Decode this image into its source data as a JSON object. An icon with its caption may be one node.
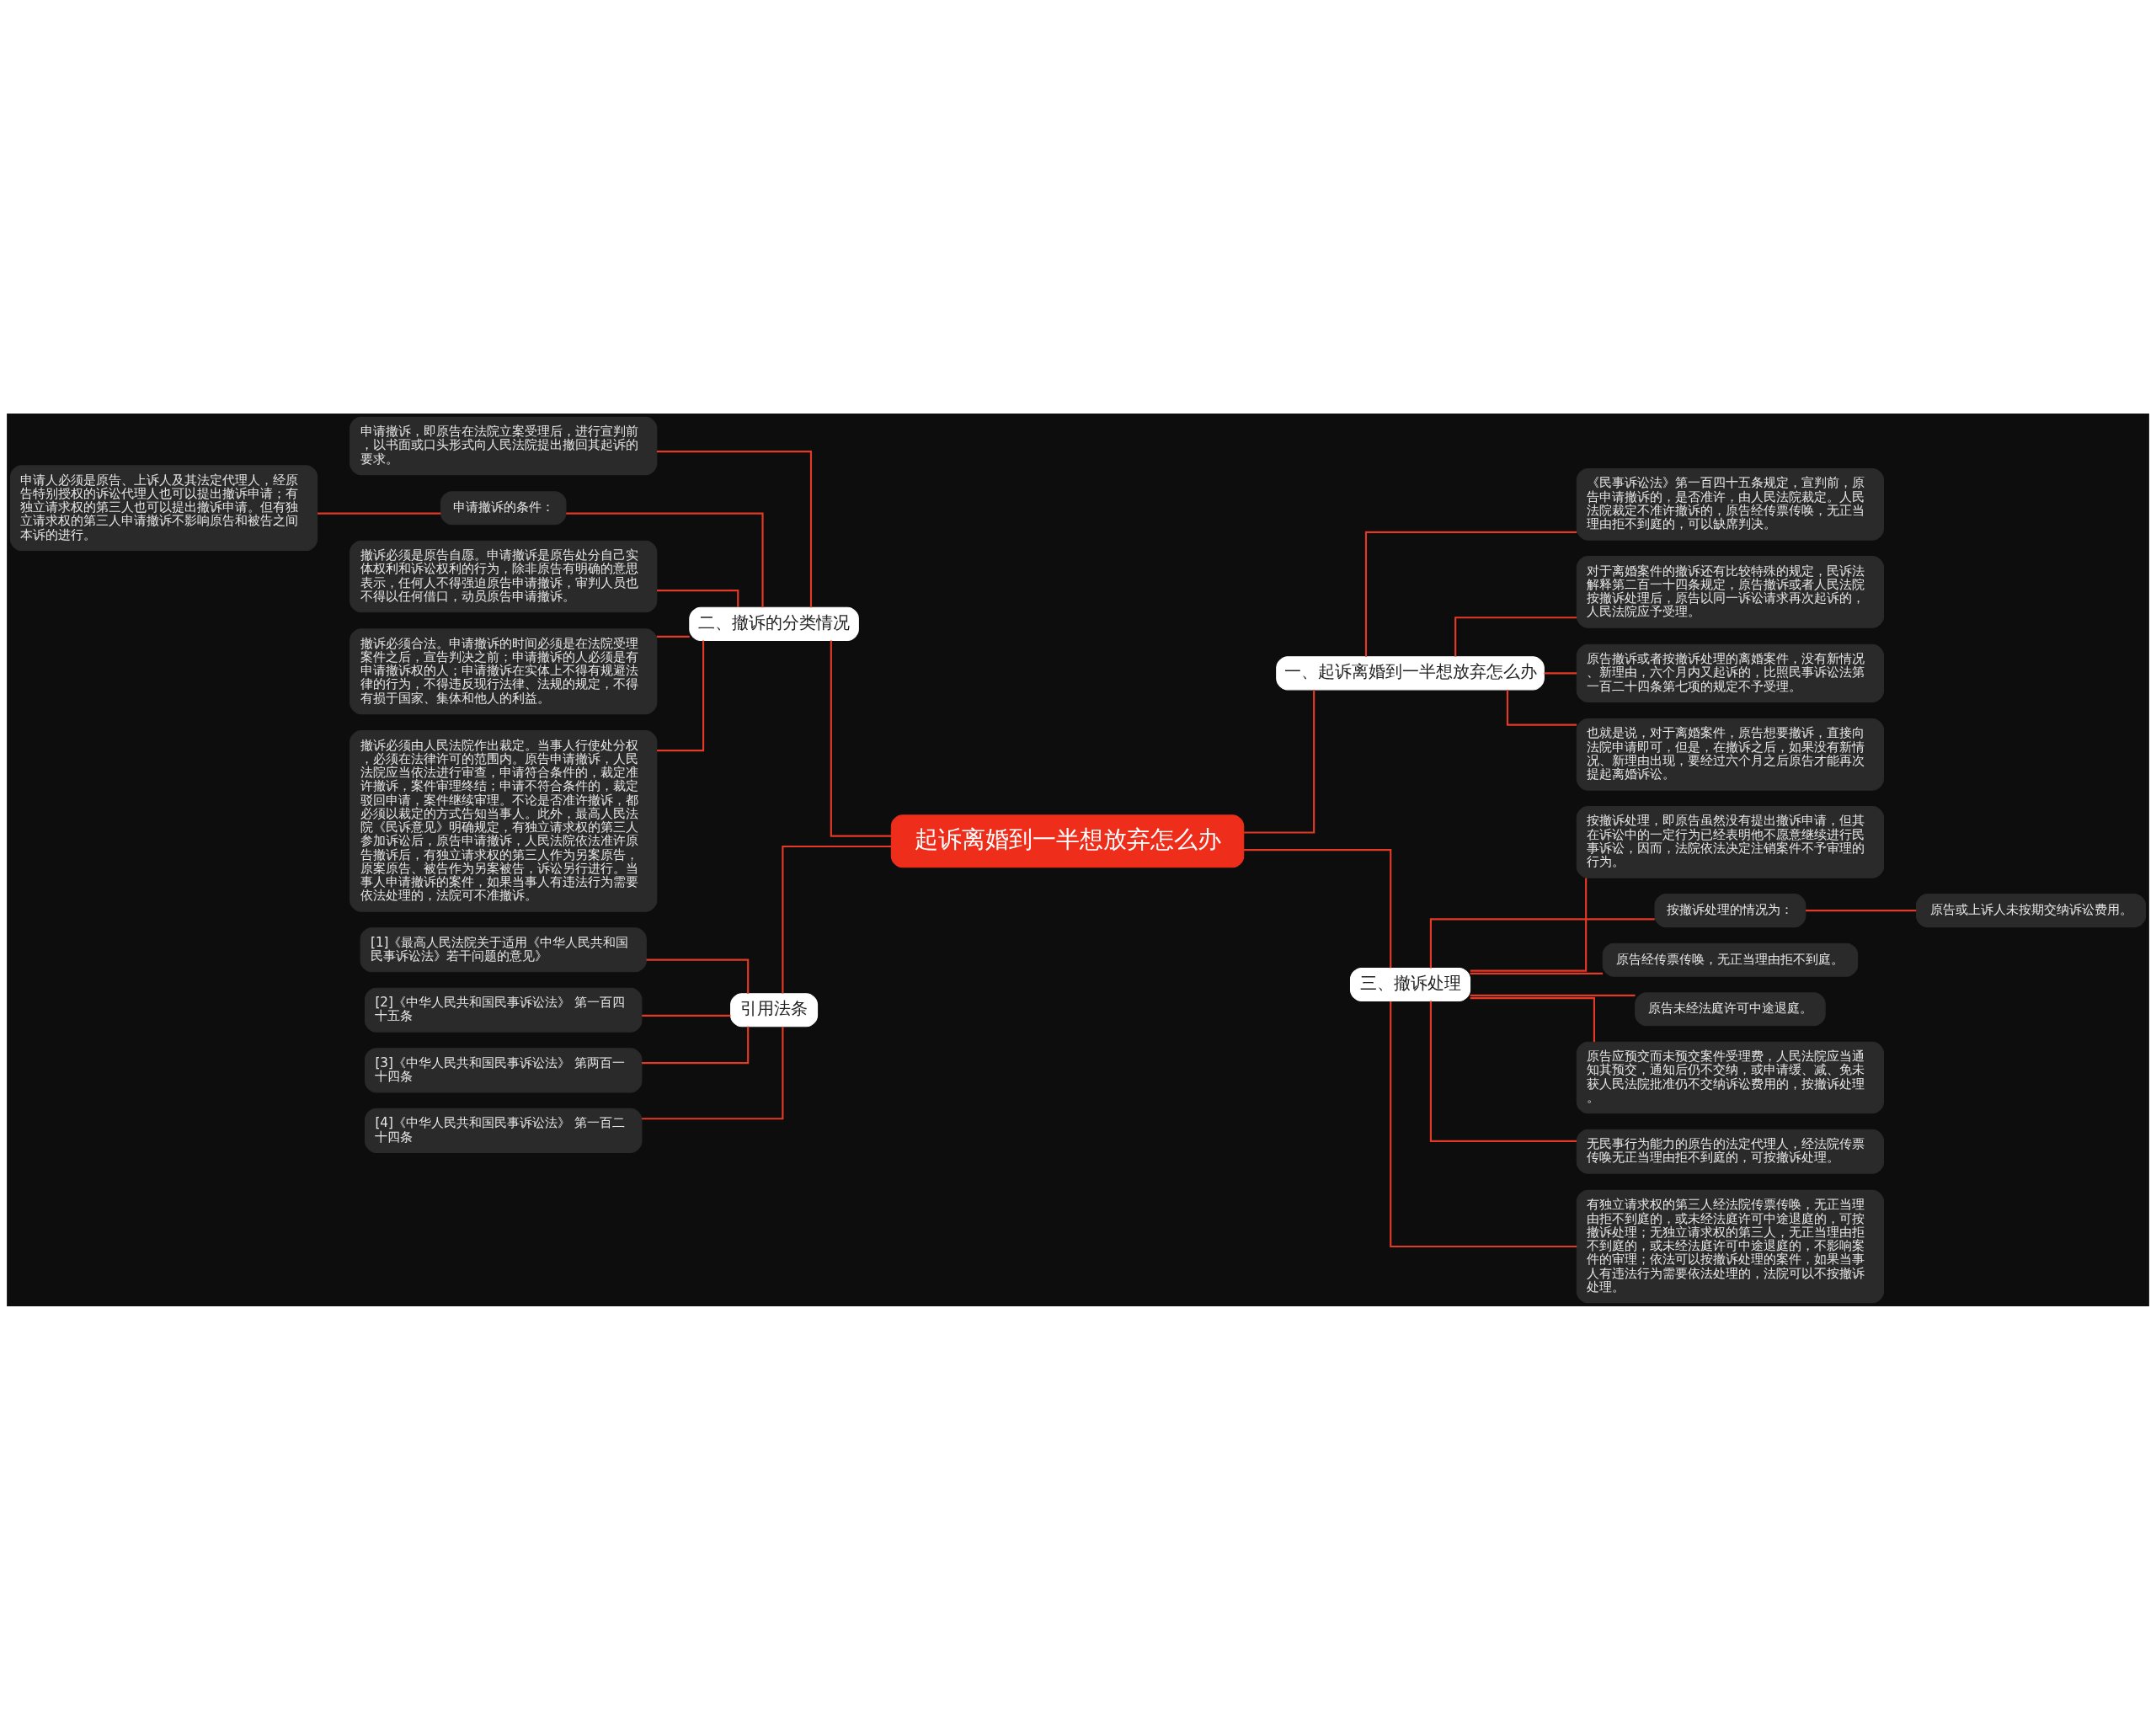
{
  "diagram": {
    "nodes": [
      {
        "text": [
          "起诉离婚到一半想放弃怎么办"
        ]
      },
      {
        "text": [
          "一、起诉离婚到一半想放弃怎么办"
        ]
      },
      {
        "text": [
          "《民事诉讼法》第一百四十五条规定，宣判前，原告申请撤诉的，是否准许，由人民法院裁定。人民法院裁定不准许撤诉的，原告经传票传唤，无正当理由拒不到庭的，可以缺席判决。"
        ]
      },
      {
        "text": [
          "对于离婚案件的撤诉还有比较特殊的规定，民诉法解释第二百一十四条规定，原告撤诉或者人民法院按撤诉处理后，原告以同一诉讼请求再次起诉的，人民法院应予受理。"
        ]
      },
      {
        "text": [
          "原告撤诉或者按撤诉处理的离婚案件，没有新情况、新理由，六个月内又起诉的，比照民事诉讼法第一百二十四条第七项的规定不予受理。"
        ]
      },
      {
        "text": [
          "也就是说，对于离婚案件，原告想要撤诉，直接向法院申请即可，但是，在撤诉之后，如果没有新情况、新理由出现，要经过六个月之后原告才能再次提起离婚诉讼。"
        ]
      },
      {
        "text": [
          "二、撤诉的分类情况"
        ]
      },
      {
        "text": [
          "申请撤诉，即原告在法院立案受理后，进行宣判前，以书面或口头形式向人民法院提出撤回其起诉的要求。"
        ]
      },
      {
        "text": [
          "申请撤诉的条件："
        ]
      },
      {
        "text": [
          "申请人必须是原告、上诉人及其法定代理人，经原告特别授权的诉讼代理人也可以提出撤诉申请；有独立请求权的第三人也可以提出撤诉申请。但有独立请求权的第三人申请撤诉不影响原告和被告之间本诉的进行。"
        ]
      },
      {
        "text": [
          "撤诉必须是原告自愿。申请撤诉是原告处分自己实体权利和诉讼权利的行为，除非原告有明确的意思表示，任何人不得强迫原告申请撤诉，审判人员也不得以任何借口，动员原告申请撤诉。"
        ]
      },
      {
        "text": [
          "撤诉必须合法。申请撤诉的时间必须是在法院受理案件之后，宣告判决之前；申请撤诉的人必须是有申请撤诉权的人；申请撤诉在实体上不得有规避法律的行为，不得违反现行法律、法规的规定，不得有损于国家、集体和他人的利益。"
        ]
      },
      {
        "text": [
          "撤诉必须由人民法院作出裁定。当事人行使处分权，必须在法律许可的范围内。原告申请撤诉，人民法院应当依法进行审查，申请符合条件的，裁定准许撤诉，案件审理终结；申请不符合条件的，裁定驳回申请，案件继续审理。不论是否准许撤诉，都必须以裁定的方式告知当事人。此外，最高人民法院《民诉意见》明确规定，有独立请求权的第三人参加诉讼后，原告申请撤诉，人民法院依法准许原告撤诉后，有独立请求权的第三人作为另案原告，原案原告、被告作为另案被告，诉讼另行进行。当事人申请撤诉的案件，如果当事人有违法行为需要依法处理的，法院可不准撤诉。"
        ]
      },
      {
        "text": [
          "三、撤诉处理"
        ]
      },
      {
        "text": [
          "按撤诉处理，即原告虽然没有提出撤诉申请，但其在诉讼中的一定行为已经表明他不愿意继续进行民事诉讼，因而，法院依法决定注销案件不予审理的行为。"
        ]
      },
      {
        "text": [
          "按撤诉处理的情况为："
        ]
      },
      {
        "text": [
          "原告或上诉人未按期交纳诉讼费用。"
        ]
      },
      {
        "text": [
          "原告经传票传唤，无正当理由拒不到庭。"
        ]
      },
      {
        "text": [
          "原告未经法庭许可中途退庭。"
        ]
      },
      {
        "text": [
          "原告应预交而未预交案件受理费，人民法院应当通知其预交，通知后仍不交纳，或申请缓、减、免未获人民法院批准仍不交纳诉讼费用的，按撤诉处理。"
        ]
      },
      {
        "text": [
          "无民事行为能力的原告的法定代理人，经法院传票传唤无正当理由拒不到庭的，可按撤诉处理。"
        ]
      },
      {
        "text": [
          "有独立请求权的第三人经法院传票传唤，无正当理由拒不到庭的，或未经法庭许可中途退庭的，可按撤诉处理；无独立请求权的第三人，无正当理由拒不到庭的，或未经法庭许可中途退庭的，不影响案件的审理；依法可以按撤诉处理的案件，如果当事人有违法行为需要依法处理的，法院可以不按撤诉处理。"
        ]
      },
      {
        "text": [
          "引用法条"
        ]
      },
      {
        "text": [
          "[1]《最高人民法院关于适用《中华人民共和国民事诉讼法》若干问题的意见》"
        ]
      },
      {
        "text": [
          "[2]《中华人民共和国民事诉讼法》 第一百四十五条"
        ]
      },
      {
        "text": [
          "[3]《中华人民共和国民事诉讼法》 第两百一十四条"
        ]
      },
      {
        "text": [
          "[4]《中华人民共和国民事诉讼法》 第一百二十四条"
        ]
      }
    ],
    "edges": [
      {
        "from": 0,
        "to": 1,
        "arrow": "none"
      },
      {
        "from": 1,
        "to": 2,
        "arrow": "none"
      },
      {
        "from": 1,
        "to": 3,
        "arrow": "none"
      },
      {
        "from": 1,
        "to": 4,
        "arrow": "none"
      },
      {
        "from": 1,
        "to": 5,
        "arrow": "none"
      },
      {
        "from": 0,
        "to": 6,
        "arrow": "none"
      },
      {
        "from": 6,
        "to": 7,
        "arrow": "none"
      },
      {
        "from": 6,
        "to": 8,
        "arrow": "none"
      },
      {
        "from": 8,
        "to": 9,
        "arrow": "none"
      },
      {
        "from": 6,
        "to": 10,
        "arrow": "none"
      },
      {
        "from": 6,
        "to": 11,
        "arrow": "none"
      },
      {
        "from": 6,
        "to": 12,
        "arrow": "none"
      },
      {
        "from": 0,
        "to": 13,
        "arrow": "none"
      },
      {
        "from": 13,
        "to": 14,
        "arrow": "none"
      },
      {
        "from": 13,
        "to": 15,
        "arrow": "none"
      },
      {
        "from": 15,
        "to": 16,
        "arrow": "none"
      },
      {
        "from": 13,
        "to": 17,
        "arrow": "none"
      },
      {
        "from": 13,
        "to": 18,
        "arrow": "none"
      },
      {
        "from": 13,
        "to": 19,
        "arrow": "none"
      },
      {
        "from": 13,
        "to": 20,
        "arrow": "none"
      },
      {
        "from": 13,
        "to": 21,
        "arrow": "none"
      },
      {
        "from": 0,
        "to": 22,
        "arrow": "none"
      },
      {
        "from": 22,
        "to": 23,
        "arrow": "none"
      },
      {
        "from": 22,
        "to": 24,
        "arrow": "none"
      },
      {
        "from": 22,
        "to": 25,
        "arrow": "none"
      },
      {
        "from": 22,
        "to": 26,
        "arrow": "none"
      }
    ]
  }
}
